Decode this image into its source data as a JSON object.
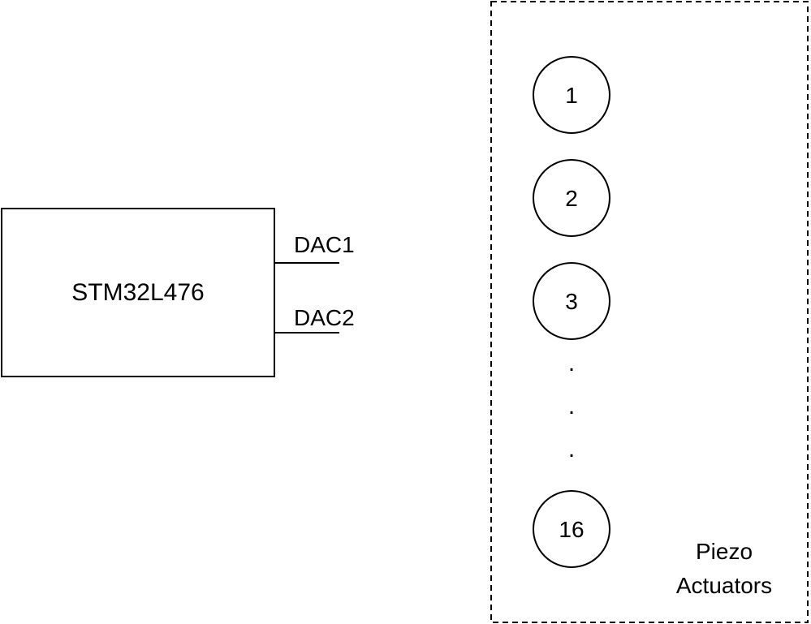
{
  "diagram": {
    "mcu": {
      "label": "STM32L476",
      "outputs": [
        "DAC1",
        "DAC2"
      ]
    },
    "actuator_group": {
      "label_line1": "Piezo",
      "label_line2": "Actuators",
      "actuators": [
        "1",
        "2",
        "3",
        "16"
      ],
      "ellipsis": ".",
      "border_style": "dashed"
    },
    "colors": {
      "stroke": "#000000",
      "background": "#ffffff"
    }
  }
}
